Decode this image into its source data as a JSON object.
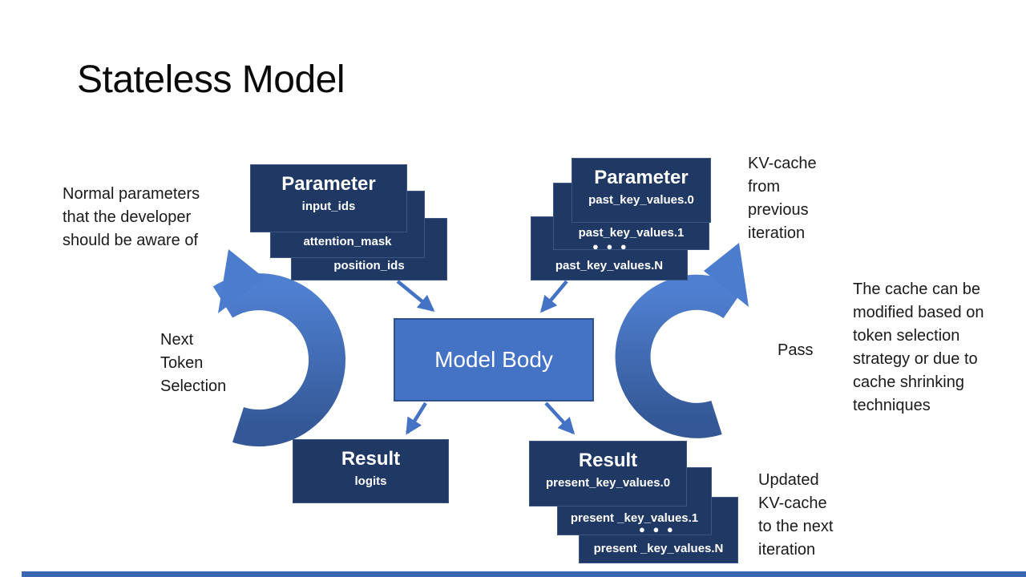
{
  "slide": {
    "title": "Stateless Model"
  },
  "diagram": {
    "model_body": {
      "label": "Model Body"
    },
    "input_stack": {
      "title": "Parameter",
      "sub": "input_ids",
      "layer2": "attention_mask",
      "layer3": "position_ids"
    },
    "kv_stack": {
      "title": "Parameter",
      "sub": "past_key_values.0",
      "layer2": "past_key_values.1",
      "ellipsis": "● ● ●",
      "layer3": "past_key_values.N"
    },
    "logits_result": {
      "title": "Result",
      "sub": "logits"
    },
    "kv_result": {
      "title": "Result",
      "sub": "present_key_values.0",
      "layer2": "present _key_values.1",
      "ellipsis": "● ● ●",
      "layer3": "present _key_values.N"
    }
  },
  "notes": {
    "normal_params": "Normal parameters\nthat the developer\nshould be aware of",
    "kv_cache_from": "KV-cache\nfrom\nprevious\niteration",
    "next_token": "Next\nToken\nSelection",
    "pass": "Pass",
    "cache_modified": "The cache can be\nmodified based on\ntoken selection\nstrategy or due to\ncache shrinking\ntechniques",
    "updated_kv": "Updated\nKV-cache\nto the next\niteration"
  },
  "colors": {
    "box_navy": "#1F3864",
    "model_body_fill": "#4472C4",
    "model_body_border": "#2F528F",
    "arrow_blue": "#4472C4",
    "curved_arrow_light": "#4F7FD0",
    "curved_arrow_dark": "#345896",
    "text_black": "#1A1A1A",
    "footer_bar": "#3A67B2"
  }
}
